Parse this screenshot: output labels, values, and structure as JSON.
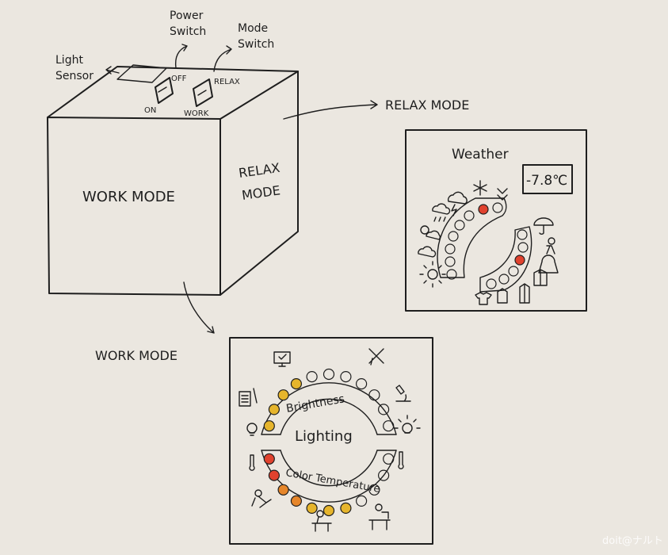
{
  "cube": {
    "label_light_sensor_1": "Light",
    "label_light_sensor_2": "Sensor",
    "label_power_1": "Power",
    "label_power_2": "Switch",
    "label_mode_1": "Mode",
    "label_mode_2": "Switch",
    "switch_off": "OFF",
    "switch_on": "ON",
    "switch_relax": "RELAX",
    "switch_work": "WORK",
    "front_face": "WORK MODE",
    "side_face_1": "RELAX",
    "side_face_2": "MODE"
  },
  "arrows": {
    "relax_target": "RELAX MODE",
    "work_target": "WORK MODE"
  },
  "relax_panel": {
    "title": "Weather",
    "temperature": "-7.8℃"
  },
  "work_panel": {
    "center_label": "Lighting",
    "top_arc_label": "Brightness",
    "bottom_arc_label": "Color Temperature"
  },
  "watermark": "doit@ナルト",
  "colors": {
    "paper": "#ebe7e0",
    "ink": "#1e1e1e",
    "red": "#e0422e",
    "orange": "#e6862a",
    "yellow": "#e6b52c"
  }
}
